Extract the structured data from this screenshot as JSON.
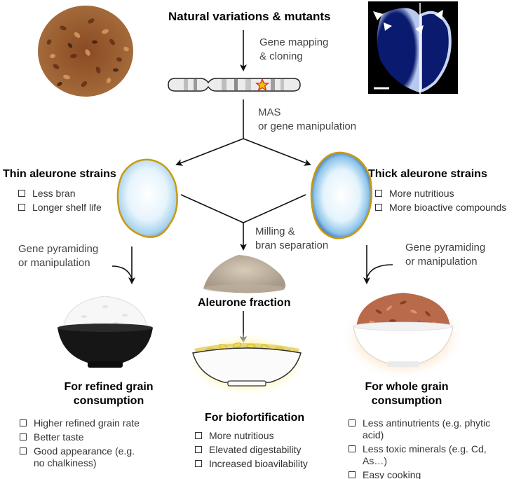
{
  "top": {
    "title": "Natural variations & mutants",
    "mapping_label_1": "Gene mapping",
    "mapping_label_2": "& cloning",
    "mas_label_1": "MAS",
    "mas_label_2": "or gene manipulation"
  },
  "left": {
    "title": "Thin aleurone strains",
    "traits": [
      "Less bran",
      "Longer shelf life"
    ],
    "pyramiding_1": "Gene pyramiding",
    "pyramiding_2": "or manipulation",
    "outcome_1": "For refined grain",
    "outcome_2": "consumption",
    "benefits": [
      "Higher refined grain rate",
      "Better taste",
      "Good appearance (e.g.",
      "no chalkiness)"
    ]
  },
  "right": {
    "title": "Thick aleurone strains",
    "traits": [
      "More nutritious",
      "More bioactive compounds"
    ],
    "pyramiding_1": "Gene pyramiding",
    "pyramiding_2": "or manipulation",
    "outcome_1": "For whole grain",
    "outcome_2": "consumption",
    "benefits": [
      "Less antinutrients (e.g. phytic",
      "acid)",
      "Less toxic minerals (e.g. Cd,",
      "As…)",
      "Easy cooking"
    ]
  },
  "center": {
    "milling_1": "Milling &",
    "milling_2": "bran separation",
    "fraction_label": "Aleurone fraction",
    "outcome": "For biofortification",
    "benefits": [
      "More nutritious",
      "Elevated digestability",
      "Increased bioavilability"
    ]
  },
  "colors": {
    "aleurone_blue": "#1e3a8a",
    "grain_border": "#d4a017",
    "marker_star": "#e8b400"
  }
}
